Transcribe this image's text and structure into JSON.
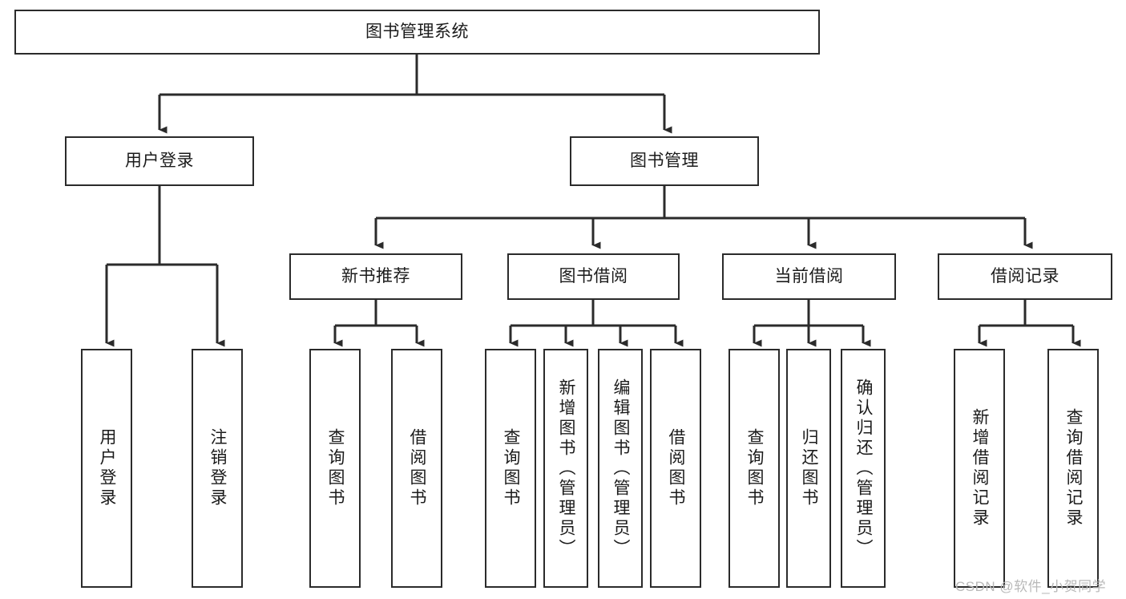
{
  "diagram": {
    "kind": "tree-functional-structure",
    "title_text": "图书管理系统",
    "watermark": "CSDN @软件_小贺同学",
    "colors": {
      "box_border": "#2b2b2b",
      "box_fill": "#ffffff",
      "connector": "#2b2b2b",
      "text": "#1b1b1b",
      "watermark": "#b9b9b9",
      "background": "#ffffff"
    },
    "levels": {
      "root": [
        "图书管理系统"
      ],
      "level2": [
        "用户登录",
        "图书管理"
      ],
      "level3": [
        "新书推荐",
        "图书借阅",
        "当前借阅",
        "借阅记录"
      ],
      "leaves": [
        "用户登录",
        "注销登录",
        "查询图书",
        "借阅图书",
        "查询图书",
        "新增图书（管理员）",
        "编辑图书（管理员）",
        "借阅图书",
        "查询图书",
        "归还图书",
        "确认归还（管理员）",
        "新增借阅记录",
        "查询借阅记录"
      ]
    },
    "nodes": {
      "root": {
        "label": "图书管理系统"
      },
      "user_login": {
        "label": "用户登录"
      },
      "book_manage": {
        "label": "图书管理"
      },
      "new_book_rec": {
        "label": "新书推荐"
      },
      "book_borrow": {
        "label": "图书借阅"
      },
      "current_borrow": {
        "label": "当前借阅"
      },
      "borrow_record": {
        "label": "借阅记录"
      },
      "leaf_user_login": {
        "label": "用户登录"
      },
      "leaf_logout": {
        "label": "注销登录"
      },
      "leaf_query_book_1": {
        "label": "查询图书"
      },
      "leaf_borrow_book_1": {
        "label": "借阅图书"
      },
      "leaf_query_book_2": {
        "label": "查询图书"
      },
      "leaf_add_book": {
        "label": "新增图书（管理员）"
      },
      "leaf_edit_book": {
        "label": "编辑图书（管理员）"
      },
      "leaf_borrow_book_2": {
        "label": "借阅图书"
      },
      "leaf_query_book_3": {
        "label": "查询图书"
      },
      "leaf_return_book": {
        "label": "归还图书"
      },
      "leaf_confirm_return": {
        "label": "确认归还（管理员）"
      },
      "leaf_add_record": {
        "label": "新增借阅记录"
      },
      "leaf_query_record": {
        "label": "查询借阅记录"
      }
    },
    "edges": [
      {
        "from": "root",
        "to": "user_login"
      },
      {
        "from": "root",
        "to": "book_manage"
      },
      {
        "from": "user_login",
        "to": "leaf_user_login"
      },
      {
        "from": "user_login",
        "to": "leaf_logout"
      },
      {
        "from": "book_manage",
        "to": "new_book_rec"
      },
      {
        "from": "book_manage",
        "to": "book_borrow"
      },
      {
        "from": "book_manage",
        "to": "current_borrow"
      },
      {
        "from": "book_manage",
        "to": "borrow_record"
      },
      {
        "from": "new_book_rec",
        "to": "leaf_query_book_1"
      },
      {
        "from": "new_book_rec",
        "to": "leaf_borrow_book_1"
      },
      {
        "from": "book_borrow",
        "to": "leaf_query_book_2"
      },
      {
        "from": "book_borrow",
        "to": "leaf_add_book"
      },
      {
        "from": "book_borrow",
        "to": "leaf_edit_book"
      },
      {
        "from": "book_borrow",
        "to": "leaf_borrow_book_2"
      },
      {
        "from": "current_borrow",
        "to": "leaf_query_book_3"
      },
      {
        "from": "current_borrow",
        "to": "leaf_return_book"
      },
      {
        "from": "current_borrow",
        "to": "leaf_confirm_return"
      },
      {
        "from": "borrow_record",
        "to": "leaf_add_record"
      },
      {
        "from": "borrow_record",
        "to": "leaf_query_record"
      }
    ]
  }
}
